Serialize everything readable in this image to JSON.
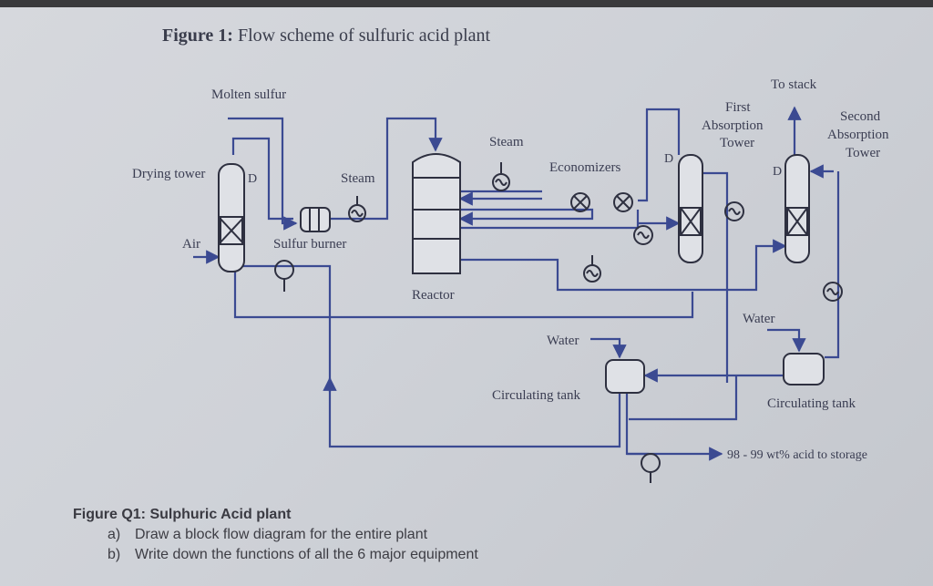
{
  "figure_title": {
    "prefix": "Figure 1:",
    "text": "Flow scheme of sulfuric acid plant"
  },
  "labels": {
    "molten_sulfur": "Molten sulfur",
    "drying_tower": "Drying tower",
    "air": "Air",
    "steam_1": "Steam",
    "sulfur_burner": "Sulfur burner",
    "steam_2": "Steam",
    "reactor": "Reactor",
    "economizers": "Economizers",
    "first_absorption_line1": "First",
    "first_absorption_line2": "Absorption",
    "first_absorption_line3": "Tower",
    "to_stack": "To stack",
    "second_absorption_line1": "Second",
    "second_absorption_line2": "Absorption",
    "second_absorption_line3": "Tower",
    "water_1": "Water",
    "water_2": "Water",
    "circulating_tank_1": "Circulating tank",
    "circulating_tank_2": "Circulating tank",
    "acid_to_storage": "98 - 99 wt% acid to storage",
    "d": "D"
  },
  "questions": {
    "title": "Figure Q1: Sulphuric Acid plant",
    "items": [
      {
        "letter": "a)",
        "text": "Draw a block flow diagram for the entire plant"
      },
      {
        "letter": "b)",
        "text": "Write down the functions of all the 6 major equipment"
      }
    ]
  },
  "colors": {
    "line": "#3b4a92",
    "ink": "#2e3040",
    "background": "#d2d5db"
  }
}
